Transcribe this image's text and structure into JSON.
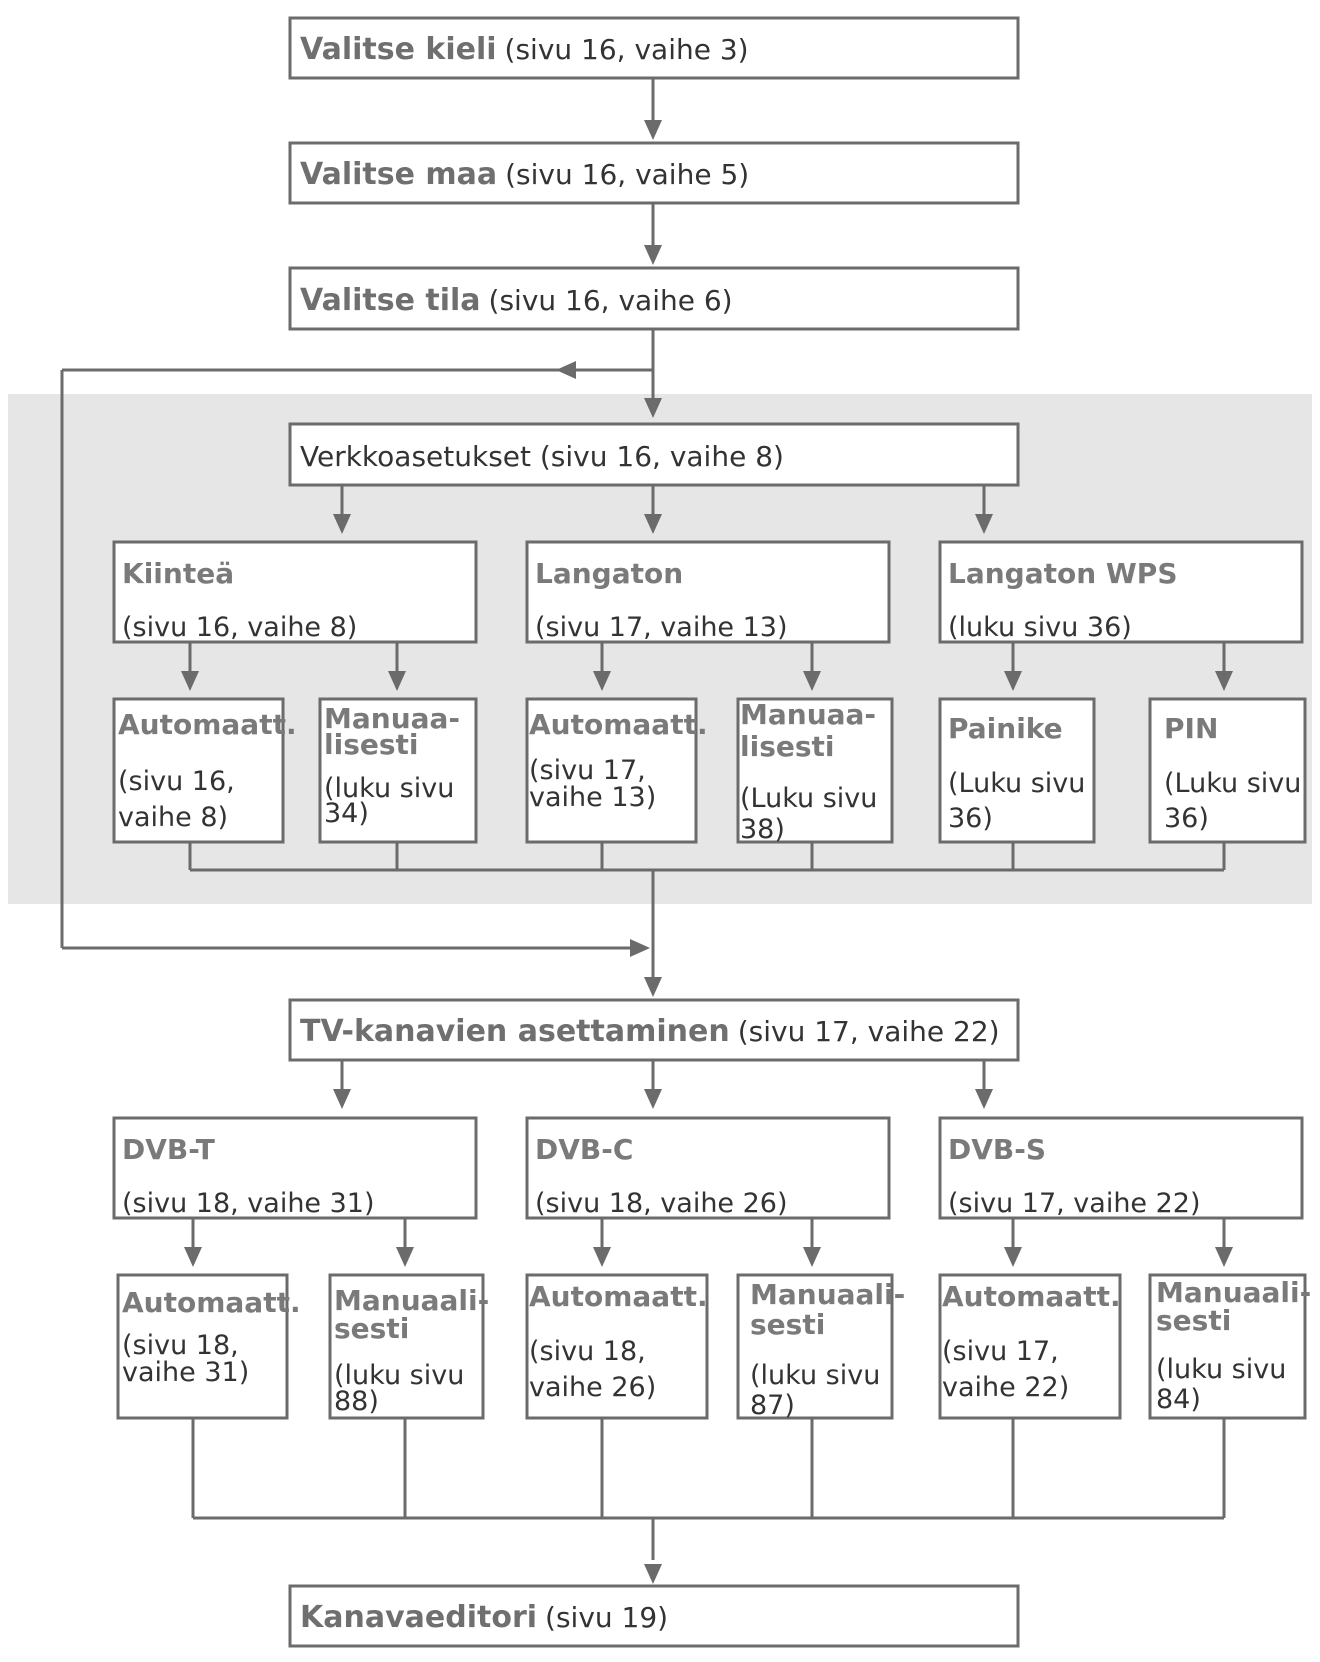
{
  "steps": {
    "kieli": {
      "title": "Valitse kieli",
      "ref": "(sivu 16, vaihe 3)"
    },
    "maa": {
      "title": "Valitse maa",
      "ref": "(sivu 16, vaihe 5)"
    },
    "tila": {
      "title": "Valitse tila",
      "ref": "(sivu 16, vaihe 6)"
    },
    "verkko": {
      "title": "Verkkoasetukset (sivu 16, vaihe 8)"
    },
    "tv": {
      "title": "TV-kanavien asettaminen",
      "ref": "(sivu 17, vaihe 22)"
    },
    "editori": {
      "title": "Kanavaeditori",
      "ref": "(sivu 19)"
    }
  },
  "network": [
    {
      "title": "Kiinteä",
      "ref": "(sivu 16, vaihe 8)",
      "children": [
        {
          "title": [
            "Automaatt."
          ],
          "ref": [
            "(sivu 16,",
            "vaihe 8)"
          ]
        },
        {
          "title": [
            "Manuaa-",
            "lisesti"
          ],
          "ref": [
            "(luku sivu",
            "34)"
          ]
        }
      ]
    },
    {
      "title": "Langaton",
      "ref": "(sivu 17, vaihe 13)",
      "children": [
        {
          "title": [
            "Automaatt."
          ],
          "ref": [
            "(sivu 17,",
            "vaihe 13)"
          ]
        },
        {
          "title": [
            "Manuaa-",
            "lisesti"
          ],
          "ref": [
            "(Luku sivu",
            "38)"
          ]
        }
      ]
    },
    {
      "title": "Langaton WPS",
      "ref": "(luku sivu 36)",
      "children": [
        {
          "title": [
            "Painike"
          ],
          "ref": [
            "(Luku   sivu",
            "36)"
          ]
        },
        {
          "title": [
            "PIN"
          ],
          "ref": [
            "(Luku   sivu",
            "36)"
          ]
        }
      ]
    }
  ],
  "tv_sources": [
    {
      "title": "DVB-T",
      "ref": "(sivu 18, vaihe 31)",
      "children": [
        {
          "title": [
            "Automaatt."
          ],
          "ref": [
            "(sivu 18,",
            "vaihe 31)"
          ]
        },
        {
          "title": [
            "Manuaali-",
            "sesti"
          ],
          "ref": [
            "(luku sivu",
            "88)"
          ]
        }
      ]
    },
    {
      "title": "DVB-C",
      "ref": "(sivu 18, vaihe 26)",
      "children": [
        {
          "title": [
            "Automaatt."
          ],
          "ref": [
            "(sivu 18,",
            "vaihe 26)"
          ]
        },
        {
          "title": [
            "Manuaali-",
            "sesti"
          ],
          "ref": [
            "(luku sivu",
            "87)"
          ]
        }
      ]
    },
    {
      "title": "DVB-S",
      "ref": "(sivu 17, vaihe 22)",
      "children": [
        {
          "title": [
            "Automaatt."
          ],
          "ref": [
            "(sivu 17,",
            "vaihe 22)"
          ]
        },
        {
          "title": [
            "Manuaali-",
            "sesti"
          ],
          "ref": [
            "(luku sivu",
            "84)"
          ]
        }
      ]
    }
  ]
}
